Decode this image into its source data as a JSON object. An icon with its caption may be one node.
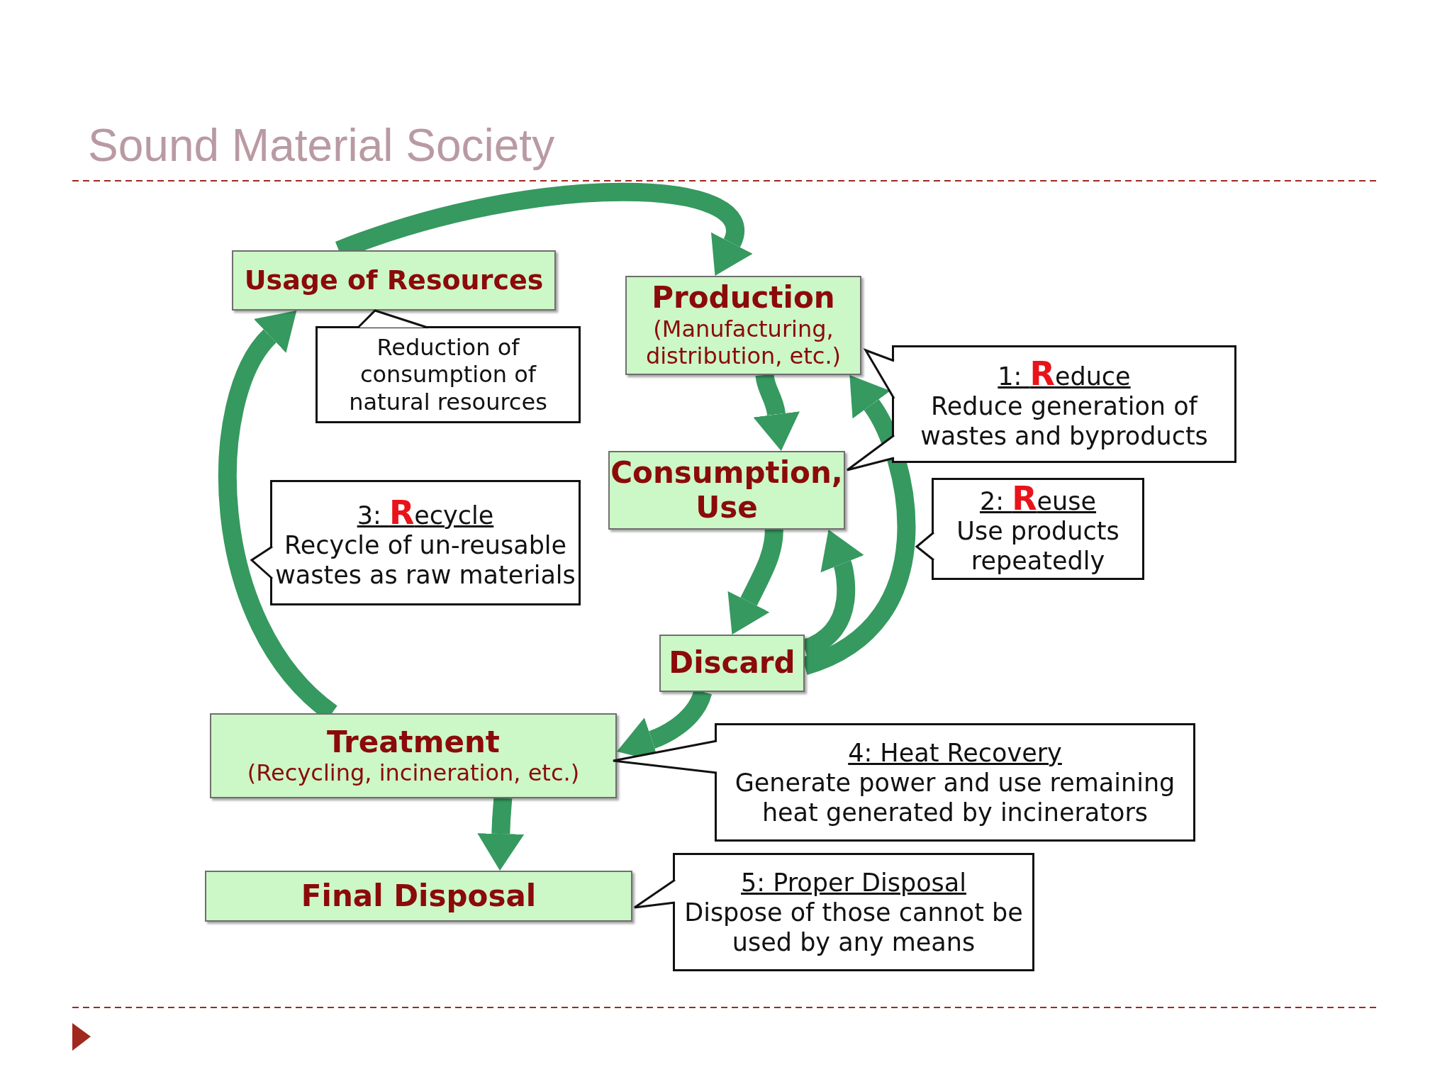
{
  "diagram": {
    "title": "Sound Material Society",
    "nodes": [
      {
        "text": [
          "Usage of Resources"
        ]
      },
      {
        "text": [
          "Reduction of consumption of natural resources"
        ]
      },
      {
        "text": [
          "Production",
          "(Manufacturing, distribution, etc.)"
        ]
      },
      {
        "text": [
          "1: **R**educe",
          "Reduce generation of wastes and byproducts"
        ]
      },
      {
        "text": [
          "Consumption, Use"
        ]
      },
      {
        "text": [
          "2: **R**euse",
          "Use products repeatedly"
        ]
      },
      {
        "text": [
          "3: **R**ecycle",
          "Recycle of un-reusable wastes as raw materials"
        ]
      },
      {
        "text": [
          "Discard"
        ]
      },
      {
        "text": [
          "Treatment",
          "(Recycling, incineration, etc.)"
        ]
      },
      {
        "text": [
          "4: Heat Recovery",
          "Generate power and use remaining heat generated by incinerators"
        ]
      },
      {
        "text": [
          "Final Disposal"
        ]
      },
      {
        "text": [
          "5: Proper Disposal",
          "Dispose of those cannot be used by any means"
        ]
      }
    ],
    "edges": [
      {
        "from": 0,
        "to": 2,
        "arrow": "to"
      },
      {
        "from": 2,
        "to": 4,
        "arrow": "to"
      },
      {
        "from": 4,
        "to": 7,
        "arrow": "to"
      },
      {
        "from": 7,
        "to": 4,
        "arrow": "to"
      },
      {
        "from": 7,
        "to": 2,
        "arrow": "to"
      },
      {
        "from": 7,
        "to": 8,
        "arrow": "to"
      },
      {
        "from": 8,
        "to": 10,
        "arrow": "to"
      },
      {
        "from": 8,
        "to": 0,
        "arrow": "to"
      }
    ]
  }
}
